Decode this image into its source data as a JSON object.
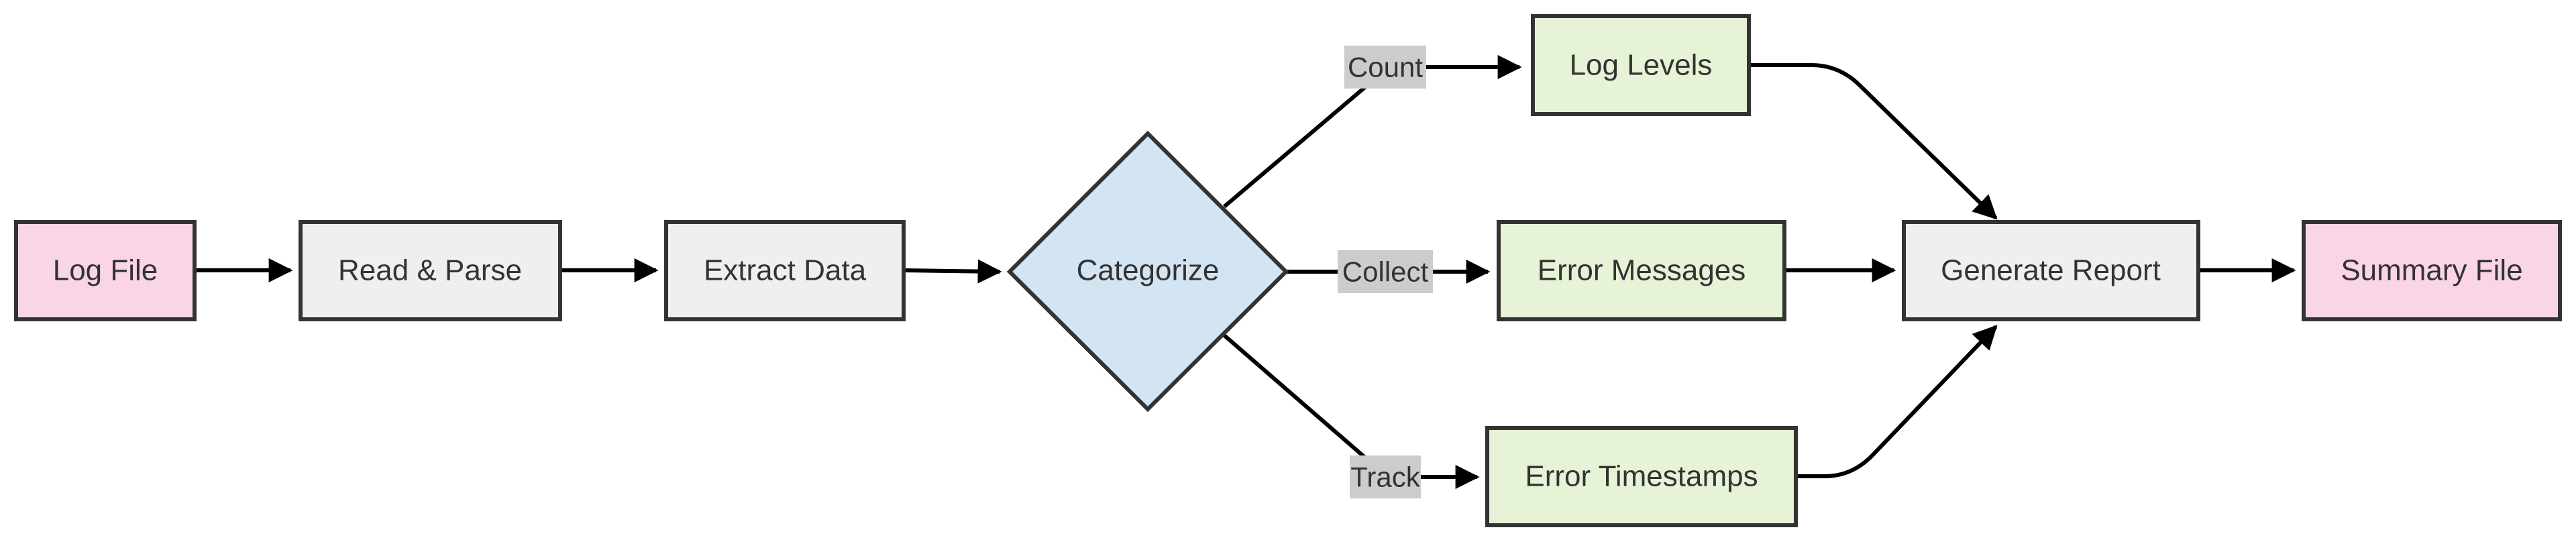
{
  "nodes": {
    "log_file": "Log File",
    "read_parse": "Read & Parse",
    "extract_data": "Extract Data",
    "categorize": "Categorize",
    "log_levels": "Log Levels",
    "error_messages": "Error Messages",
    "error_timestamps": "Error Timestamps",
    "generate_report": "Generate Report",
    "summary_file": "Summary File"
  },
  "edge_labels": {
    "count": "Count",
    "collect": "Collect",
    "track": "Track"
  },
  "colors": {
    "io_node": "#f9d5e5",
    "process_node": "#efefef",
    "output_node": "#e6f3d6",
    "decision_node": "#d3e4f3",
    "label_background": "#cccccc"
  }
}
